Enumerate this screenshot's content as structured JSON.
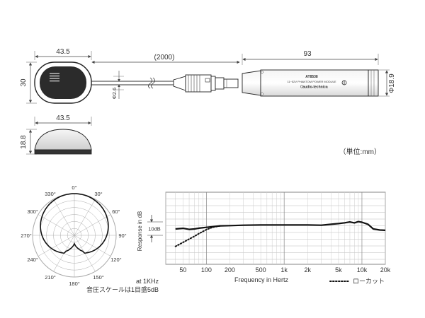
{
  "top_view": {
    "width_label": "43.5",
    "height_label": "30",
    "cable_length_label": "(2000)",
    "cable_dia_label": "Φ2.6"
  },
  "power_module": {
    "length_label": "93",
    "dia_label": "Φ18.9",
    "model": "AT8538",
    "desc": "11~52V PHANTOM POWER MODULE",
    "brand": "audio-technica"
  },
  "side_view": {
    "width_label": "43.5",
    "height_label": "18.8"
  },
  "unit_note": "（単位:mm）",
  "polar": {
    "angles": [
      "0°",
      "30°",
      "60°",
      "90°",
      "120°",
      "150°",
      "180°",
      "210°",
      "240°",
      "270°",
      "300°",
      "330°"
    ],
    "note_freq": "at 1KHz",
    "note_scale": "音圧スケールは1目盛5dB"
  },
  "chart_data": {
    "type": "line",
    "xlabel": "Frequency in Hertz",
    "ylabel": "Response in dB",
    "x_scale": "log",
    "xlim": [
      30,
      20000
    ],
    "x_ticks": [
      50,
      100,
      200,
      500,
      1000,
      2000,
      5000,
      10000,
      20000
    ],
    "x_tick_labels": [
      "50",
      "100",
      "200",
      "500",
      "1k",
      "2k",
      "5k",
      "10k",
      "20k"
    ],
    "scale_marker": "10dB",
    "grid": true,
    "series": [
      {
        "x": [
          40,
          50,
          60,
          70,
          80,
          100,
          150,
          200,
          300,
          500,
          700,
          1000,
          2000,
          3000,
          4000,
          5000,
          6000,
          7000,
          8000,
          9000,
          10000,
          12000,
          14000,
          17000,
          20000
        ],
        "y": [
          0,
          0.5,
          -0.3,
          0,
          0.6,
          1.2,
          2.3,
          2.5,
          2.8,
          3.0,
          3.0,
          3.0,
          3.0,
          2.8,
          3.5,
          4.0,
          4.6,
          5.2,
          4.5,
          5.5,
          5.0,
          3.5,
          0,
          -0.8,
          -1.0
        ]
      },
      {
        "name": "ローカット",
        "x": [
          40,
          50,
          60,
          70,
          80,
          100,
          120,
          150
        ],
        "y": [
          -13,
          -10,
          -7.5,
          -5.5,
          -3.5,
          -0.5,
          1.2,
          2.3
        ]
      }
    ],
    "legend": [
      "ローカット"
    ]
  }
}
